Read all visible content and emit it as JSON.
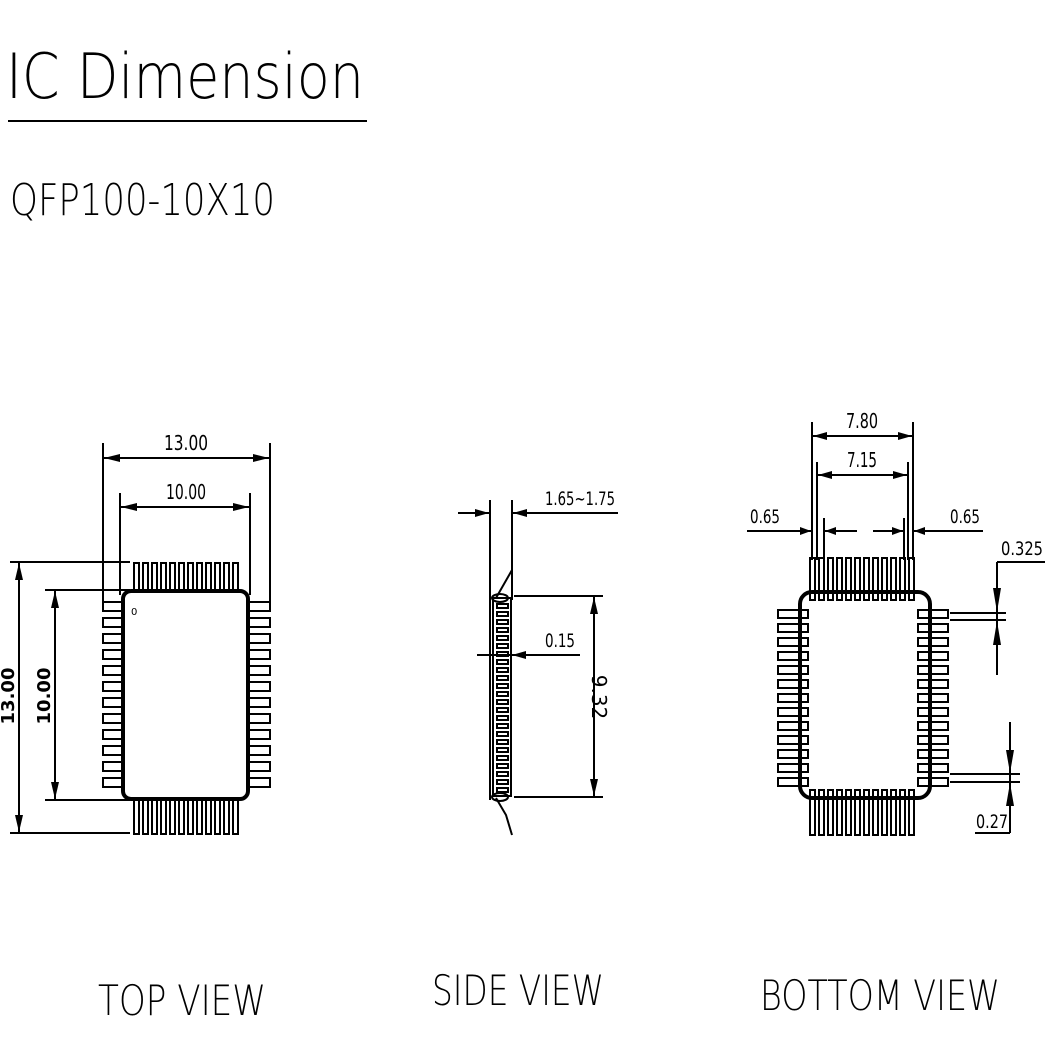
{
  "title": "IC Dimension",
  "package": "QFP100-10X10",
  "views": {
    "top": {
      "label": "TOP VIEW",
      "dims": {
        "overall_width": "13.00",
        "body_width": "10.00",
        "overall_height": "13.00",
        "body_height": "10.00"
      },
      "pin1_mark": "0"
    },
    "side": {
      "label": "SIDE VIEW",
      "dims": {
        "height": "1.65~1.75",
        "lead_thickness": "0.15",
        "length": "9.32"
      }
    },
    "bottom": {
      "label": "BOTTOM VIEW",
      "dims": {
        "outer": "7.80",
        "inner": "7.15",
        "pitch_left": "0.65",
        "pitch_right": "0.65",
        "half_pitch": "0.325",
        "lead_width": "0.27"
      }
    }
  }
}
